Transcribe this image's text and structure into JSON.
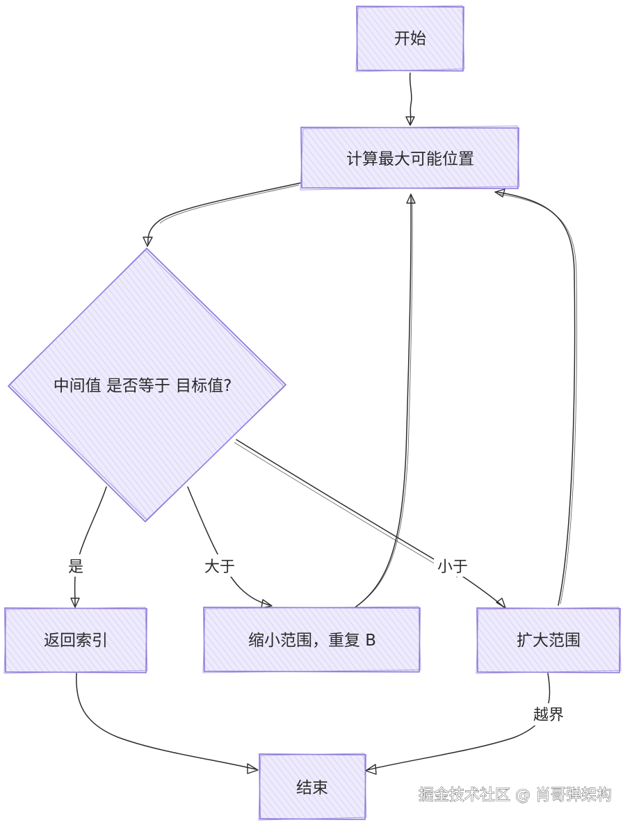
{
  "nodes": {
    "start": {
      "label": "开始"
    },
    "compute": {
      "label": "计算最大可能位置"
    },
    "decision": {
      "label": "中间值 是否等于 目标值?"
    },
    "return_index": {
      "label": "返回索引"
    },
    "shrink": {
      "label": "缩小范围，重复 B"
    },
    "expand": {
      "label": "扩大范围"
    },
    "end": {
      "label": "结束"
    }
  },
  "edges": {
    "yes": {
      "label": "是"
    },
    "greater": {
      "label": "大于"
    },
    "less": {
      "label": "小于"
    },
    "out_of_bounds": {
      "label": "越界"
    }
  },
  "watermark": "掘金技术社区 @ 肖哥弹架构",
  "colors": {
    "node_fill": "#ece9fb",
    "node_stroke": "#8b74d8",
    "edge_stroke": "#2b2b2b",
    "text": "#2a2a2a"
  }
}
